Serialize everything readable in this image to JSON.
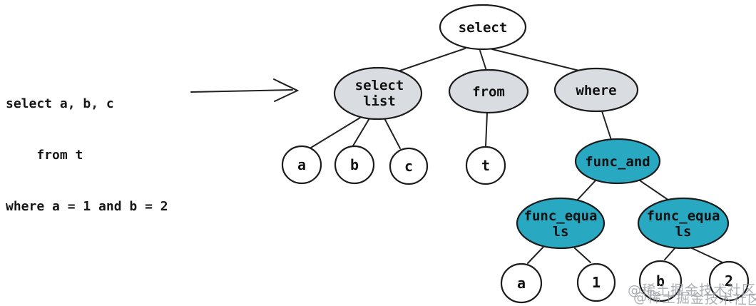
{
  "sql": {
    "line1": "select a, b, c",
    "line2": "    from t",
    "line3": "where a = 1 and b = 2"
  },
  "nodes": {
    "select": {
      "label": "select"
    },
    "select_list": {
      "line1": "select",
      "line2": "list"
    },
    "from": {
      "label": "from"
    },
    "where": {
      "label": "where"
    },
    "col_a": {
      "label": "a"
    },
    "col_b": {
      "label": "b"
    },
    "col_c": {
      "label": "c"
    },
    "table_t": {
      "label": "t"
    },
    "func_and": {
      "label": "func_and"
    },
    "func_equals_1": {
      "line1": "func_equa",
      "line2": "ls"
    },
    "func_equals_2": {
      "line1": "func_equa",
      "line2": "ls"
    },
    "eq1_a": {
      "label": "a"
    },
    "eq1_1": {
      "label": "1"
    },
    "eq2_b": {
      "label": "b"
    },
    "eq2_2": {
      "label": "2"
    }
  },
  "tree": {
    "edges": [
      [
        "select",
        "select list"
      ],
      [
        "select",
        "from"
      ],
      [
        "select",
        "where"
      ],
      [
        "select list",
        "a"
      ],
      [
        "select list",
        "b"
      ],
      [
        "select list",
        "c"
      ],
      [
        "from",
        "t"
      ],
      [
        "where",
        "func_and"
      ],
      [
        "func_and",
        "func_equals (left)"
      ],
      [
        "func_and",
        "func_equals (right)"
      ],
      [
        "func_equals (left)",
        "a"
      ],
      [
        "func_equals (left)",
        "1"
      ],
      [
        "func_equals (right)",
        "b"
      ],
      [
        "func_equals (right)",
        "2"
      ]
    ]
  },
  "colors": {
    "node_teal": "#29a8c1",
    "node_gray": "#d9dce0",
    "node_white": "#ffffff",
    "stroke": "#1c1c1c",
    "watermark_gray": "#969ba1"
  },
  "watermark": {
    "text": "@稀土掘金技术社区"
  }
}
